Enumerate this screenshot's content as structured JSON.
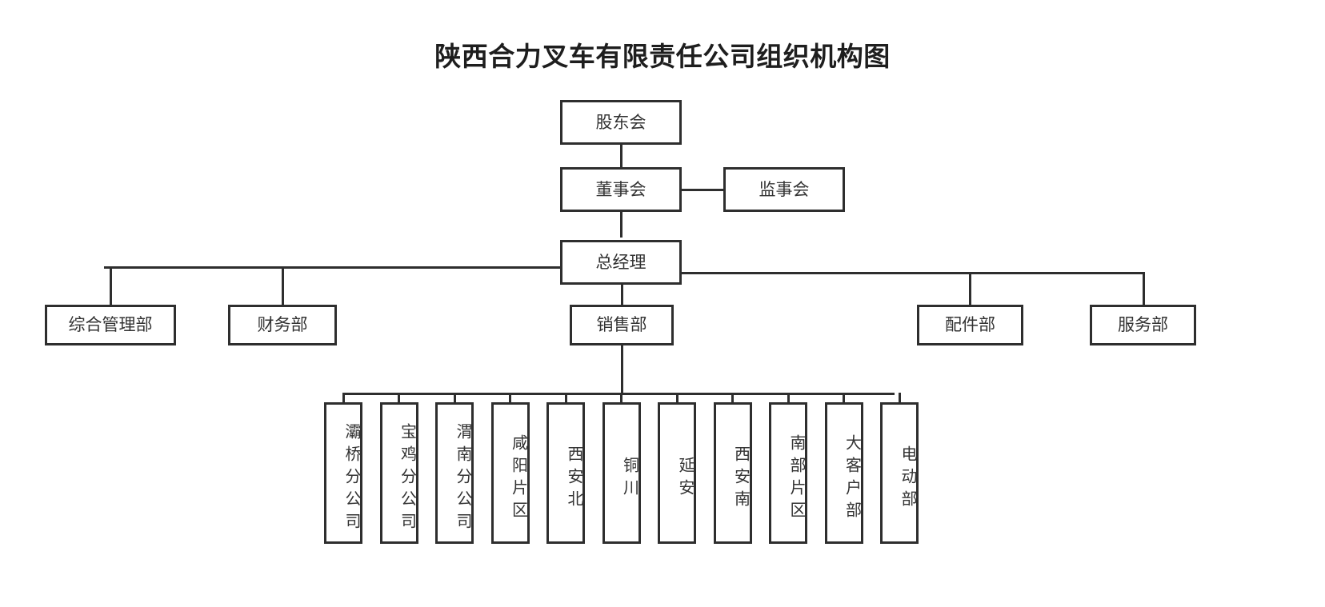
{
  "title": "陕西合力叉车有限责任公司组织机构图",
  "org_chart": {
    "type": "org-tree",
    "orientation": "top-down",
    "levels": [
      {
        "level": 1,
        "nodes": [
          "股东会"
        ]
      },
      {
        "level": 2,
        "nodes": [
          "董事会",
          "监事会"
        ]
      },
      {
        "level": 3,
        "nodes": [
          "总经理"
        ]
      },
      {
        "level": 4,
        "nodes": [
          "综合管理部",
          "财务部",
          "销售部",
          "配件部",
          "服务部"
        ]
      },
      {
        "level": 5,
        "nodes": [
          "灞桥分公司",
          "宝鸡分公司",
          "渭南分公司",
          "咸阳片区",
          "西安北",
          "铜川",
          "延安",
          "西安南",
          "南部片区",
          "大客户部",
          "电动部"
        ]
      }
    ]
  },
  "nodes": {
    "shareholders": "股东会",
    "board_of_directors": "董事会",
    "board_of_supervisors": "监事会",
    "general_manager": "总经理",
    "dept_admin": "综合管理部",
    "dept_finance": "财务部",
    "dept_sales": "销售部",
    "dept_parts": "配件部",
    "dept_service": "服务部"
  },
  "sales_children": [
    {
      "key": "baqiao",
      "label": "灞桥分公司"
    },
    {
      "key": "baoji",
      "label": "宝鸡分公司"
    },
    {
      "key": "weinan",
      "label": "渭南分公司"
    },
    {
      "key": "xianyang",
      "label": "咸阳片区"
    },
    {
      "key": "xian-north",
      "label": "西安北"
    },
    {
      "key": "tongchuan",
      "label": "铜川"
    },
    {
      "key": "yanan",
      "label": "延安"
    },
    {
      "key": "xian-south",
      "label": "西安南"
    },
    {
      "key": "south-area",
      "label": "南部片区"
    },
    {
      "key": "key-accounts",
      "label": "大客户部"
    },
    {
      "key": "electric",
      "label": "电动部"
    }
  ],
  "colors": {
    "border": "#2e2e2e",
    "text": "#333333",
    "title": "#1e1e1e",
    "background": "#ffffff"
  }
}
